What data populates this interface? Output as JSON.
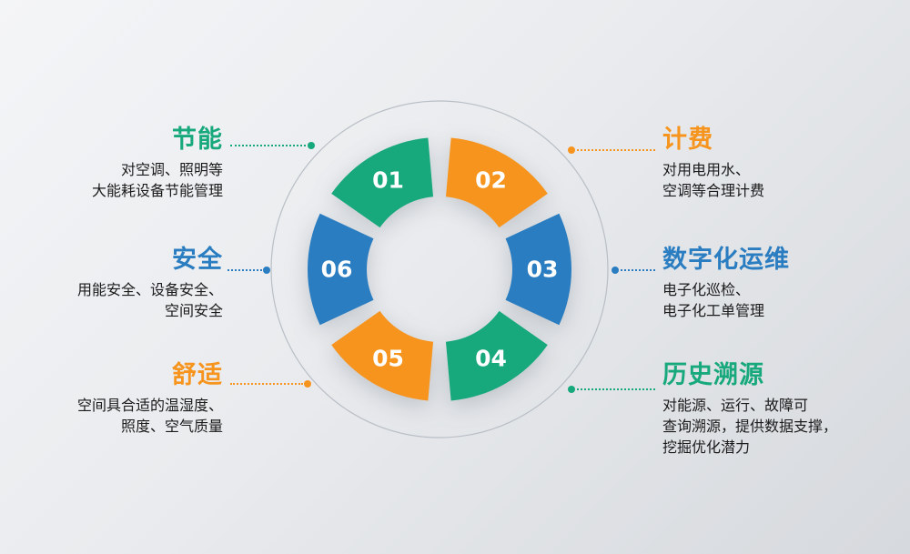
{
  "colors": {
    "green": "#17a87c",
    "orange": "#f6941d",
    "blue": "#2a7dc0",
    "ring": "#b9bfc6",
    "text": "#1b1b1b"
  },
  "wheel": {
    "outer_radius": 145,
    "inner_radius": 80,
    "label_radius": 113,
    "ring_radius": 185,
    "segment_span_deg": 50,
    "segments": [
      {
        "num": "01",
        "color": "green",
        "angle": 330
      },
      {
        "num": "02",
        "color": "orange",
        "angle": 30
      },
      {
        "num": "03",
        "color": "blue",
        "angle": 90
      },
      {
        "num": "04",
        "color": "green",
        "angle": 150
      },
      {
        "num": "05",
        "color": "orange",
        "angle": 210
      },
      {
        "num": "06",
        "color": "blue",
        "angle": 270
      }
    ]
  },
  "labels": [
    {
      "id": "jieneng",
      "title": "节能",
      "color": "green",
      "lines": [
        "对空调、照明等",
        "大能耗设备节能管理"
      ]
    },
    {
      "id": "jifei",
      "title": "计费",
      "color": "orange",
      "lines": [
        "对用电用水、",
        "空调等合理计费"
      ]
    },
    {
      "id": "anquan",
      "title": "安全",
      "color": "blue",
      "lines": [
        "用能安全、设备安全、",
        "空间安全"
      ]
    },
    {
      "id": "shuzihua",
      "title": "数字化运维",
      "color": "blue",
      "lines": [
        "电子化巡检、",
        "电子化工单管理"
      ]
    },
    {
      "id": "shushi",
      "title": "舒适",
      "color": "orange",
      "lines": [
        "空间具合适的温湿度、",
        "照度、空气质量"
      ]
    },
    {
      "id": "lishisuyuan",
      "title": "历史溯源",
      "color": "green",
      "lines": [
        "对能源、运行、故障可",
        "查询溯源，提供数据支撑，",
        "挖掘优化潜力"
      ]
    }
  ]
}
